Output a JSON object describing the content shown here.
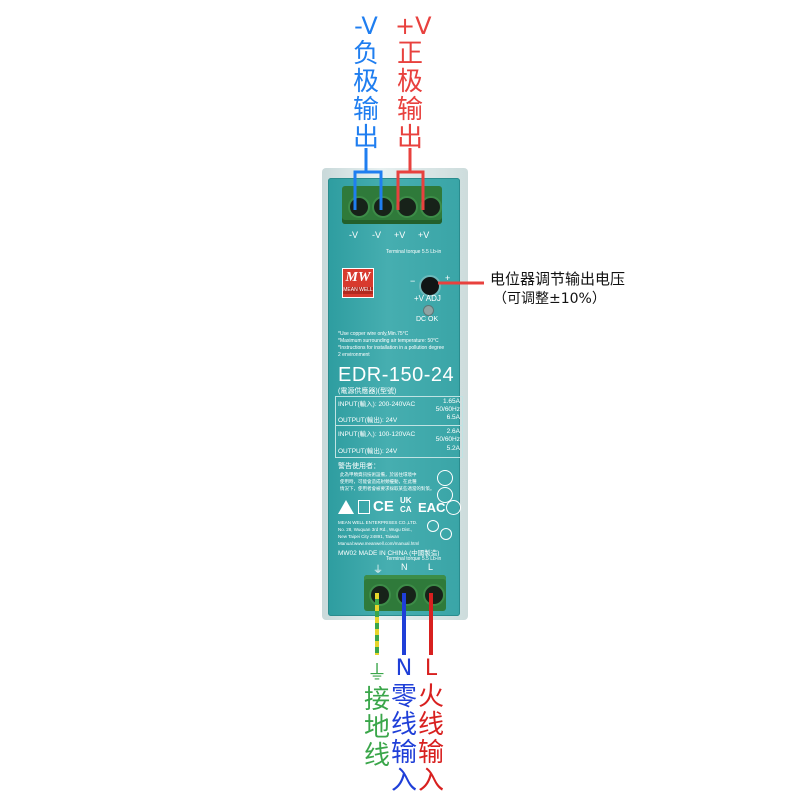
{
  "callouts": {
    "neg_out": {
      "lines": [
        "-V",
        "负",
        "极",
        "输",
        "出"
      ],
      "color": "#1f7ef0"
    },
    "pos_out": {
      "lines": [
        "+V",
        "正",
        "极",
        "输",
        "出"
      ],
      "color": "#e8413e"
    },
    "adj": {
      "line1": "电位器调节输出电压",
      "line2": "（可调整±10%）"
    },
    "earth": {
      "symbol": "⏚",
      "lines": [
        "接",
        "地",
        "线"
      ],
      "color": "#3aa64a"
    },
    "neutral": {
      "lines": [
        "N",
        "零",
        "线",
        "输",
        "入"
      ],
      "color": "#1f3fd8"
    },
    "live": {
      "lines": [
        "L",
        "火",
        "线",
        "输",
        "入"
      ],
      "color": "#d8201f"
    }
  },
  "device": {
    "top_terminals": [
      "-V",
      "-V",
      "+V",
      "+V"
    ],
    "torque_top": "Terminal torque 5.5 Lb-in",
    "brand": "MEAN WELL",
    "brand_logo": "MW",
    "adj_label": "+V ADJ",
    "led_label": "DC OK",
    "notes": [
      "*Use copper wire only,Min.75°C",
      "*Maximum surrounding air temperature: 50°C",
      "*Instructions for installation in a pollution degree",
      "2 environment"
    ],
    "model": "EDR-150-24",
    "model_sub": "(電源供應器)(型號)",
    "specs": [
      {
        "left": "INPUT(輸入): 200-240VAC",
        "right": "1.65A",
        "right2": "50/60Hz"
      },
      {
        "left": "OUTPUT(輸出): 24V",
        "right": "6.5A",
        "right2": ""
      },
      {
        "left": "INPUT(輸入): 100-120VAC",
        "right": "2.6A",
        "right2": "50/60Hz"
      },
      {
        "left": "OUTPUT(輸出): 24V",
        "right": "5.2A",
        "right2": ""
      }
    ],
    "warning_title": "警告使用者：",
    "warning_lines": [
      "此為甲類資訊技術設備，於居住環境中",
      "使用時，可能會造成射頻擾動，在此種",
      "情況下，使用者會被要求採取某些適當的對策。"
    ],
    "cert_marks": [
      "CE",
      "UK CA",
      "EAC"
    ],
    "company": "MEAN WELL ENTERPRISES CO.,LTD.",
    "address_lines": [
      "No. 28, Wuquan 3rd Rd., Wugu Dist.,",
      "New Taipei City 24891, Taiwan",
      "Manual:www.meanwell.com/manual.html"
    ],
    "made_in": "MW02  MADE IN CHINA (中國製造)",
    "torque_bottom": "Terminal torque 5.5 Lb-in",
    "bottom_terminals": [
      "⏚",
      "N",
      "L"
    ]
  },
  "colors": {
    "body": "#3fa7a9",
    "rail": "#d9e6e6",
    "terminal": "#2f7a3a",
    "screw": "#1b2b1e"
  }
}
